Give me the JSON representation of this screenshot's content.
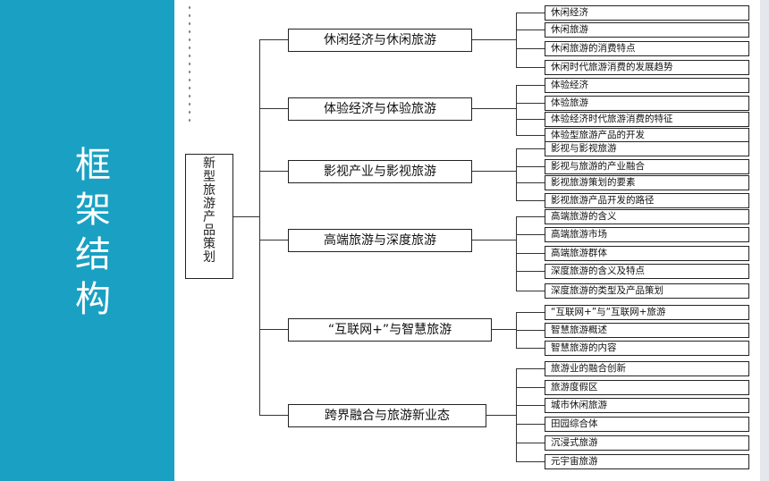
{
  "slide": {
    "title_chars": [
      "框",
      "架",
      "结",
      "构"
    ]
  },
  "diagram": {
    "root": "新型旅游产品策划",
    "branches": [
      {
        "label": "休闲经济与休闲旅游",
        "children": [
          "休闲经济",
          "休闲旅游",
          "休闲旅游的消费特点",
          "休闲时代旅游消费的发展趋势"
        ]
      },
      {
        "label": "体验经济与体验旅游",
        "children": [
          "体验经济",
          "体验旅游",
          "体验经济时代旅游消费的特征",
          "体验型旅游产品的开发"
        ]
      },
      {
        "label": "影视产业与影视旅游",
        "children": [
          "影视与影视旅游",
          "影视与旅游的产业融合",
          "影视旅游策划的要素",
          "影视旅游产品开发的路径"
        ]
      },
      {
        "label": "高端旅游与深度旅游",
        "children": [
          "高端旅游的含义",
          "高端旅游市场",
          "高端旅游群体",
          "深度旅游的含义及特点",
          "深度旅游的类型及产品策划"
        ]
      },
      {
        "label": "“互联网+”与智慧旅游",
        "children": [
          "“互联网+”与“互联网+旅游",
          "智慧旅游概述",
          "智慧旅游的内容"
        ]
      },
      {
        "label": "跨界融合与旅游新业态",
        "children": [
          "旅游业的融合创新",
          "旅游度假区",
          "城市休闲旅游",
          "田园综合体",
          "沉浸式旅游",
          "元宇宙旅游"
        ]
      }
    ]
  }
}
